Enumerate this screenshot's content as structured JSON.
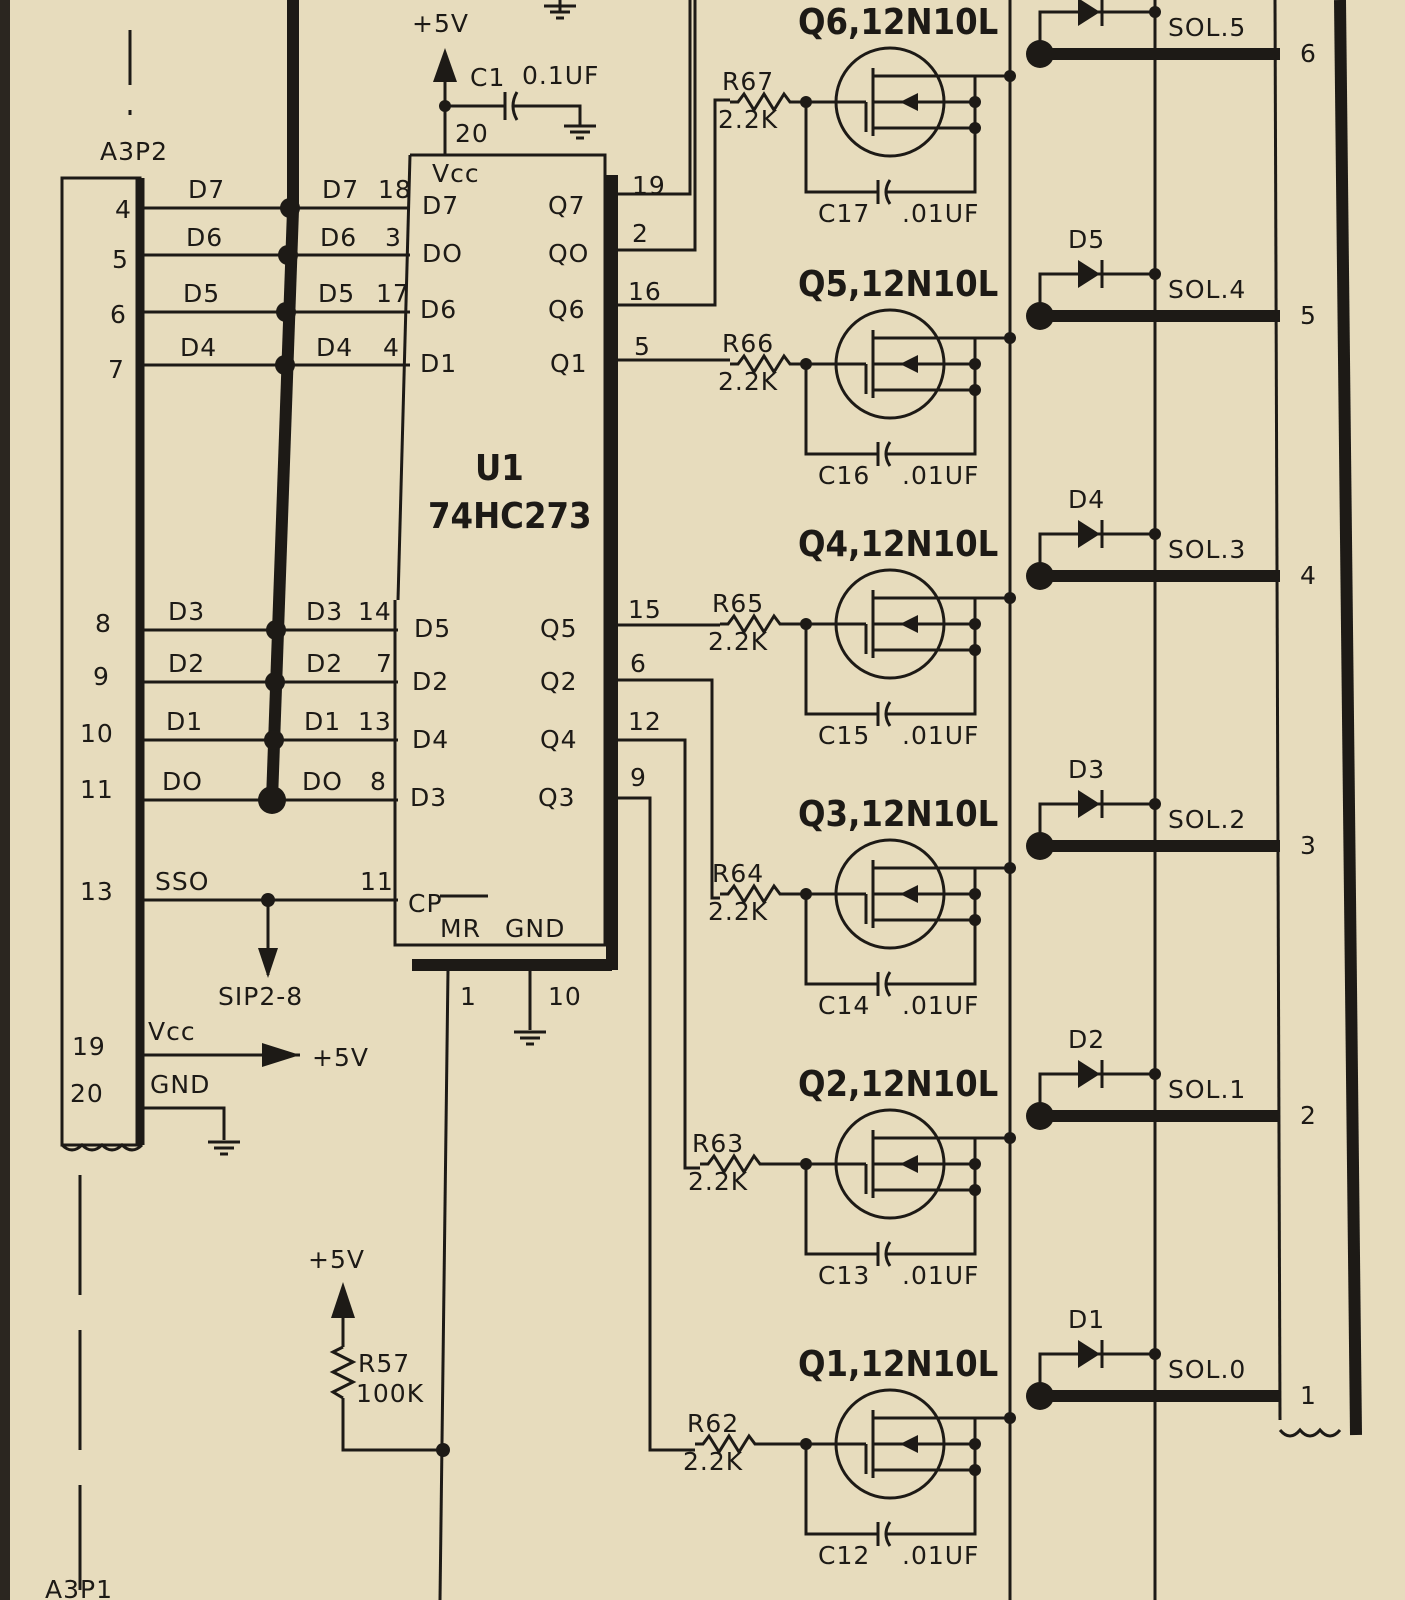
{
  "connector_a3p2": {
    "name": "A3P2",
    "pins": [
      {
        "pin": "4",
        "net": "D7"
      },
      {
        "pin": "5",
        "net": "D6"
      },
      {
        "pin": "6",
        "net": "D5"
      },
      {
        "pin": "7",
        "net": "D4"
      },
      {
        "pin": "8",
        "net": "D3"
      },
      {
        "pin": "9",
        "net": "D2"
      },
      {
        "pin": "10",
        "net": "D1"
      },
      {
        "pin": "11",
        "net": "DO"
      },
      {
        "pin": "13",
        "net": "SSO"
      },
      {
        "pin": "19",
        "net": "Vcc"
      },
      {
        "pin": "20",
        "net": "GND"
      }
    ],
    "vcc_to": "+5V"
  },
  "connector_a3p1": "A3P1",
  "sip_ref": "SIP2-8",
  "u1": {
    "ref": "U1",
    "part": "74HC273",
    "vcc_label": "Vcc",
    "vcc_pin": "20",
    "gnd_label": "GND",
    "gnd_pin": "10",
    "mr_label": "MR",
    "mr_pin": "1",
    "cp_label": "CP",
    "cp_pin": "11",
    "inputs": [
      {
        "net": "D7",
        "pin": "18",
        "label": "D7"
      },
      {
        "net": "D6",
        "pin": "3",
        "label": "DO"
      },
      {
        "net": "D5",
        "pin": "17",
        "label": "D6"
      },
      {
        "net": "D4",
        "pin": "4",
        "label": "D1"
      },
      {
        "net": "D3",
        "pin": "14",
        "label": "D5"
      },
      {
        "net": "D2",
        "pin": "7",
        "label": "D2"
      },
      {
        "net": "D1",
        "pin": "13",
        "label": "D4"
      },
      {
        "net": "DO",
        "pin": "8",
        "label": "D3"
      }
    ],
    "outputs": [
      {
        "label": "Q7",
        "pin": "19"
      },
      {
        "label": "QO",
        "pin": "2"
      },
      {
        "label": "Q6",
        "pin": "16"
      },
      {
        "label": "Q1",
        "pin": "5"
      },
      {
        "label": "Q5",
        "pin": "15"
      },
      {
        "label": "Q2",
        "pin": "6"
      },
      {
        "label": "Q4",
        "pin": "12"
      },
      {
        "label": "Q3",
        "pin": "9"
      }
    ]
  },
  "c1": {
    "ref": "C1",
    "value": "0.1UF"
  },
  "supply_label": "+5V",
  "r57": {
    "ref": "R57",
    "value": "100K"
  },
  "drivers": [
    {
      "q": "Q6,12N10L",
      "r": "R67",
      "rv": "2.2K",
      "c": "C17",
      "cv": ".01UF",
      "d": "",
      "sol": "SOL.5",
      "pin": "6"
    },
    {
      "q": "Q5,12N10L",
      "r": "R66",
      "rv": "2.2K",
      "c": "C16",
      "cv": ".01UF",
      "d": "D5",
      "sol": "SOL.4",
      "pin": "5"
    },
    {
      "q": "Q4,12N10L",
      "r": "R65",
      "rv": "2.2K",
      "c": "C15",
      "cv": ".01UF",
      "d": "D4",
      "sol": "SOL.3",
      "pin": "4"
    },
    {
      "q": "Q3,12N10L",
      "r": "R64",
      "rv": "2.2K",
      "c": "C14",
      "cv": ".01UF",
      "d": "D3",
      "sol": "SOL.2",
      "pin": "3"
    },
    {
      "q": "Q2,12N10L",
      "r": "R63",
      "rv": "2.2K",
      "c": "C13",
      "cv": ".01UF",
      "d": "D2",
      "sol": "SOL.1",
      "pin": "2"
    },
    {
      "q": "Q1,12N10L",
      "r": "R62",
      "rv": "2.2K",
      "c": "C12",
      "cv": ".01UF",
      "d": "D1",
      "sol": "SOL.0",
      "pin": "1"
    }
  ],
  "colors": {
    "paper": "#e7dcbd",
    "ink": "#1d1a16",
    "background": "#2b2620"
  }
}
